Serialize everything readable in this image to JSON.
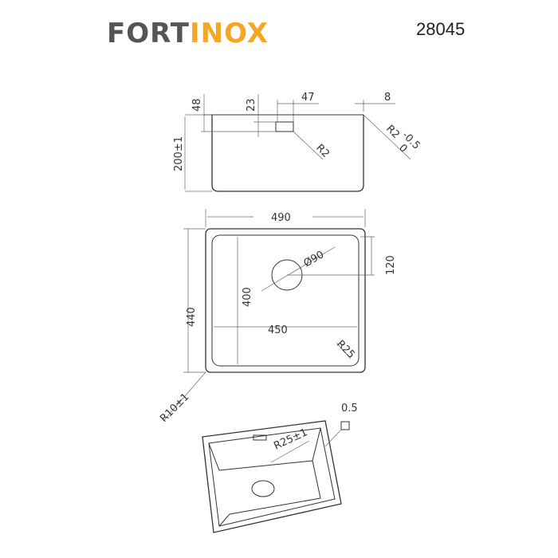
{
  "header": {
    "brand_part1": "FORT",
    "brand_part2": "INOX",
    "model": "28045"
  },
  "colors": {
    "brand_gray": "#555555",
    "brand_orange": "#f5a623"
  },
  "side_view": {
    "d48": "48",
    "d23": "23",
    "d47": "47",
    "d8": "8",
    "r2_tol": "R2",
    "tol_minus": "-0.5",
    "tol_zero": "0",
    "r2": "R2",
    "height": "200±1"
  },
  "top_view": {
    "width": "490",
    "height": "440",
    "inner_height": "400",
    "inner_width": "450",
    "drain": "Ø90",
    "drain_offset": "120",
    "corner": "R25",
    "outer_corner": "R10±1"
  },
  "iso_view": {
    "thickness": "0.5",
    "corner": "R25±1"
  }
}
